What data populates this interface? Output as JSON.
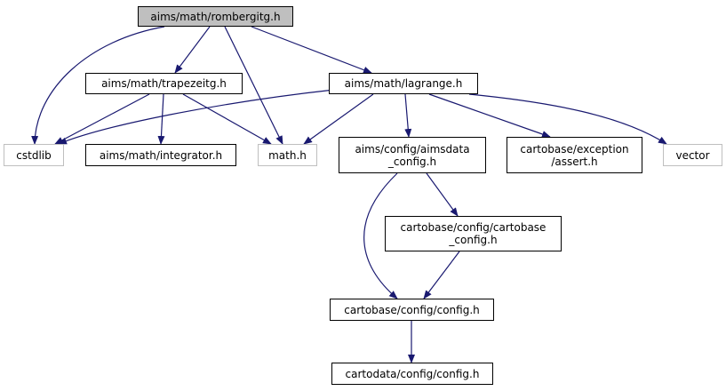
{
  "diagram": {
    "nodes": [
      {
        "id": "rombergitg",
        "label": "aims/math/rombergitg.h",
        "kind": "root"
      },
      {
        "id": "trapezeitg",
        "label": "aims/math/trapezeitg.h",
        "kind": "file"
      },
      {
        "id": "lagrange",
        "label": "aims/math/lagrange.h",
        "kind": "file"
      },
      {
        "id": "cstdlib",
        "label": "cstdlib",
        "kind": "external"
      },
      {
        "id": "integrator",
        "label": "aims/math/integrator.h",
        "kind": "file"
      },
      {
        "id": "mathh",
        "label": "math.h",
        "kind": "external"
      },
      {
        "id": "aimsdata_config",
        "label": "aims/config/aimsdata\n_config.h",
        "kind": "file"
      },
      {
        "id": "assert",
        "label": "cartobase/exception\n/assert.h",
        "kind": "file"
      },
      {
        "id": "vector",
        "label": "vector",
        "kind": "external"
      },
      {
        "id": "cartobase_config",
        "label": "cartobase/config/cartobase\n_config.h",
        "kind": "file"
      },
      {
        "id": "cartobase_configh",
        "label": "cartobase/config/config.h",
        "kind": "file"
      },
      {
        "id": "cartodata_configh",
        "label": "cartodata/config/config.h",
        "kind": "file"
      }
    ],
    "edges": [
      {
        "from": "rombergitg",
        "to": "trapezeitg"
      },
      {
        "from": "rombergitg",
        "to": "cstdlib"
      },
      {
        "from": "rombergitg",
        "to": "mathh"
      },
      {
        "from": "rombergitg",
        "to": "lagrange"
      },
      {
        "from": "trapezeitg",
        "to": "cstdlib"
      },
      {
        "from": "trapezeitg",
        "to": "integrator"
      },
      {
        "from": "trapezeitg",
        "to": "mathh"
      },
      {
        "from": "lagrange",
        "to": "cstdlib"
      },
      {
        "from": "lagrange",
        "to": "mathh"
      },
      {
        "from": "lagrange",
        "to": "aimsdata_config"
      },
      {
        "from": "lagrange",
        "to": "assert"
      },
      {
        "from": "lagrange",
        "to": "vector"
      },
      {
        "from": "aimsdata_config",
        "to": "cartobase_config"
      },
      {
        "from": "aimsdata_config",
        "to": "cartobase_configh"
      },
      {
        "from": "cartobase_config",
        "to": "cartobase_configh"
      },
      {
        "from": "cartobase_configh",
        "to": "cartodata_configh"
      }
    ],
    "colors": {
      "edge": "#191970",
      "node_border": "#000000",
      "external_border": "#bfbfbf",
      "root_fill": "#bfbfbf",
      "node_fill": "#ffffff"
    }
  }
}
